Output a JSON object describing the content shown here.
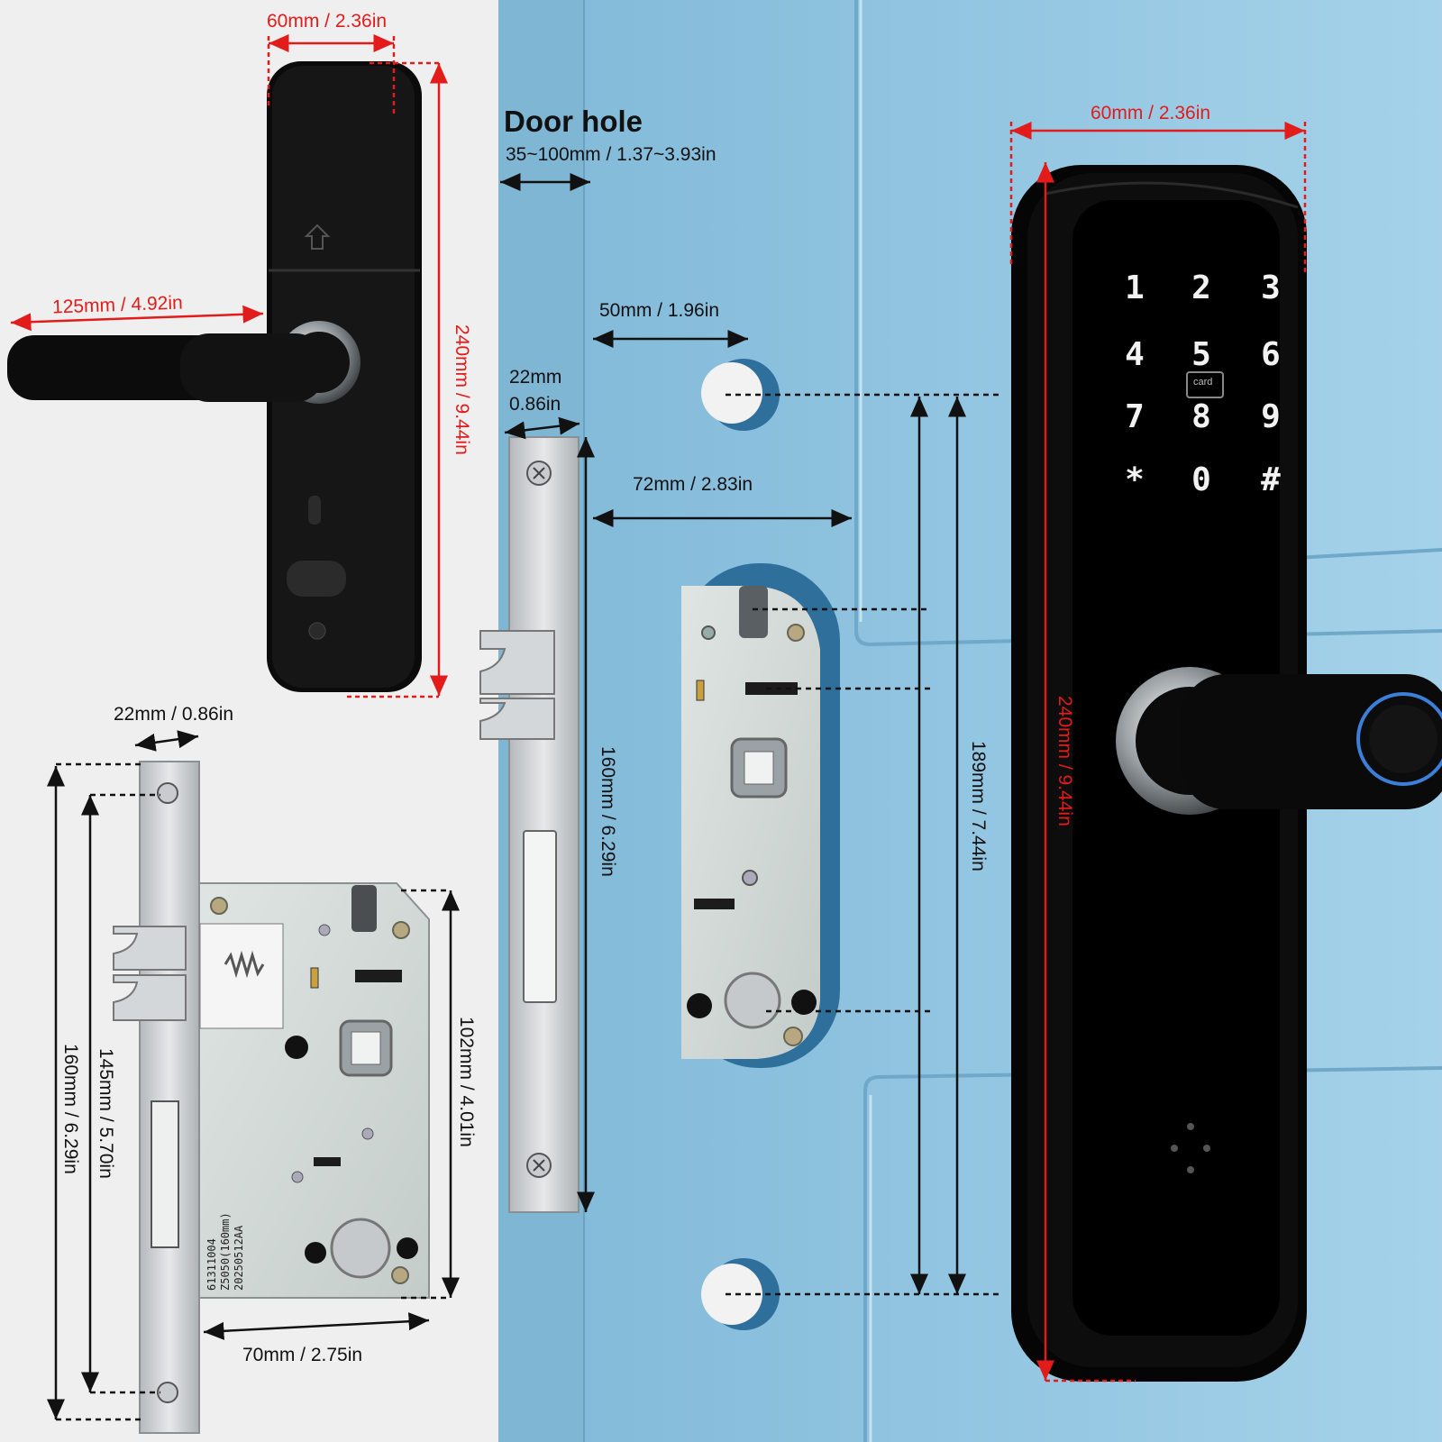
{
  "section": {
    "title": "Door hole",
    "subtitle": "35~100mm / 1.37~3.93in"
  },
  "dimensions": {
    "handle_width_left": "60mm / 2.36in",
    "lever_length": "125mm / 4.92in",
    "handle_height_left": "240mm / 9.44in",
    "backset_width": "22mm / 0.86in",
    "strike_width_line1": "22mm",
    "strike_width_line2": "0.86in",
    "hole_spacing_50": "50mm / 1.96in",
    "hole_spacing_72": "72mm / 2.83in",
    "strike_height": "160mm / 6.29in",
    "screw_spacing_189": "189mm / 7.44in",
    "handle_width_right": "60mm / 2.36in",
    "handle_height_right": "240mm / 9.44in",
    "mortise_faceplate_height": "160mm / 6.29in",
    "mortise_screw_spacing": "145mm / 5.70in",
    "mortise_case_height": "102mm / 4.01in",
    "mortise_case_width": "70mm / 2.75in"
  },
  "mortise_stamp": [
    "61311004",
    "Z5050(160mm)",
    "20250512AA"
  ],
  "keypad": {
    "keys": [
      "1",
      "2",
      "3",
      "4",
      "5",
      "6",
      "7",
      "8",
      "9",
      "*",
      "0",
      "#"
    ],
    "card_label": "card"
  },
  "colors": {
    "dimension_red": "#e21b1b",
    "door_blue": "#8ec3e0",
    "lock_black": "#0a0a0a",
    "steel": "#c9ccce"
  }
}
